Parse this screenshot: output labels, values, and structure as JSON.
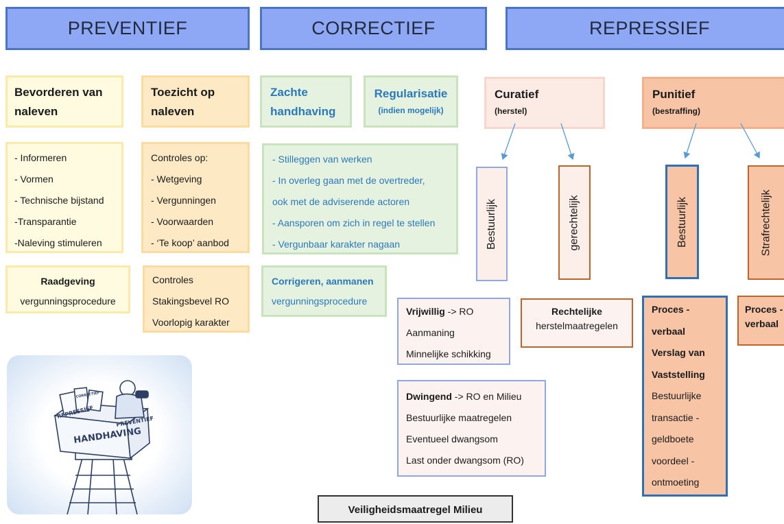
{
  "headers": {
    "preventief": "PREVENTIEF",
    "correctief": "CORRECTIEF",
    "repressief": "REPRESSIEF"
  },
  "preventief": {
    "bevorderen": {
      "title_line1": "Bevorderen van",
      "title_line2": "naleven",
      "items": [
        "- Informeren",
        "- Vormen",
        "- Technische bijstand",
        "-Transparantie",
        "-Naleving stimuleren"
      ],
      "note_title": "Raadgeving",
      "note_text": "vergunningsprocedure"
    },
    "toezicht": {
      "title_line1": "Toezicht op",
      "title_line2": "naleven",
      "items": [
        "Controles op:",
        "- Wetgeving",
        "- Vergunningen",
        "- Voorwaarden",
        "- ‘Te koop’ aanbod"
      ],
      "note_items": [
        "Controles",
        "Stakingsbevel RO",
        "Voorlopig karakter"
      ]
    }
  },
  "correctief": {
    "zacht": {
      "title_line1": "Zachte",
      "title_line2": "handhaving"
    },
    "regularisatie": {
      "title": "Regularisatie",
      "subtitle": "(indien mogelijk)"
    },
    "items": [
      "- Stilleggen van werken",
      "- In overleg gaan met de overtreder,",
      "ook met de adviserende actoren",
      "- Aansporen om zich in regel te stellen",
      "- Vergunbaar karakter nagaan"
    ],
    "note_title": "Corrigeren, aanmanen",
    "note_text": "vergunningsprocedure"
  },
  "repressief": {
    "curatief": {
      "title": "Curatief",
      "subtitle": "(herstel)"
    },
    "punitief": {
      "title": "Punitief",
      "subtitle": "(bestraffing)"
    },
    "vertical": [
      "Bestuurlijk",
      "gerechtelijk",
      "Bestuurlijk",
      "Strafrechtelijk"
    ],
    "vrijwillig": {
      "bold": "Vrijwillig",
      "rest": " -> RO",
      "items": [
        "Aanmaning",
        "Minnelijke schikking"
      ]
    },
    "rechtelijke": {
      "line1": "Rechtelijke",
      "line2": "herstelmaatregelen"
    },
    "dwingend": {
      "bold": "Dwingend",
      "rest": " -> RO en Milieu",
      "items": [
        "Bestuurlijke maatregelen",
        "Eventueel dwangsom",
        "Last onder dwangsom (RO)"
      ]
    },
    "proces_bestuur": {
      "bold_items": [
        "Proces  -",
        "verbaal",
        "Verslag van",
        "Vaststelling"
      ],
      "items": [
        "Bestuurlijke",
        "transactie -",
        "geldboete",
        "voordeel -",
        "ontmoeting"
      ]
    },
    "proces_straf": {
      "line1": "Proces -",
      "line2": "verbaal"
    }
  },
  "veiligheid": "Veiligheidsmaatregel Milieu",
  "illustration": {
    "labels": [
      "REPRESSIEF",
      "PREVENTIEF",
      "HANDHAVING",
      "CORRECTIEF"
    ]
  }
}
